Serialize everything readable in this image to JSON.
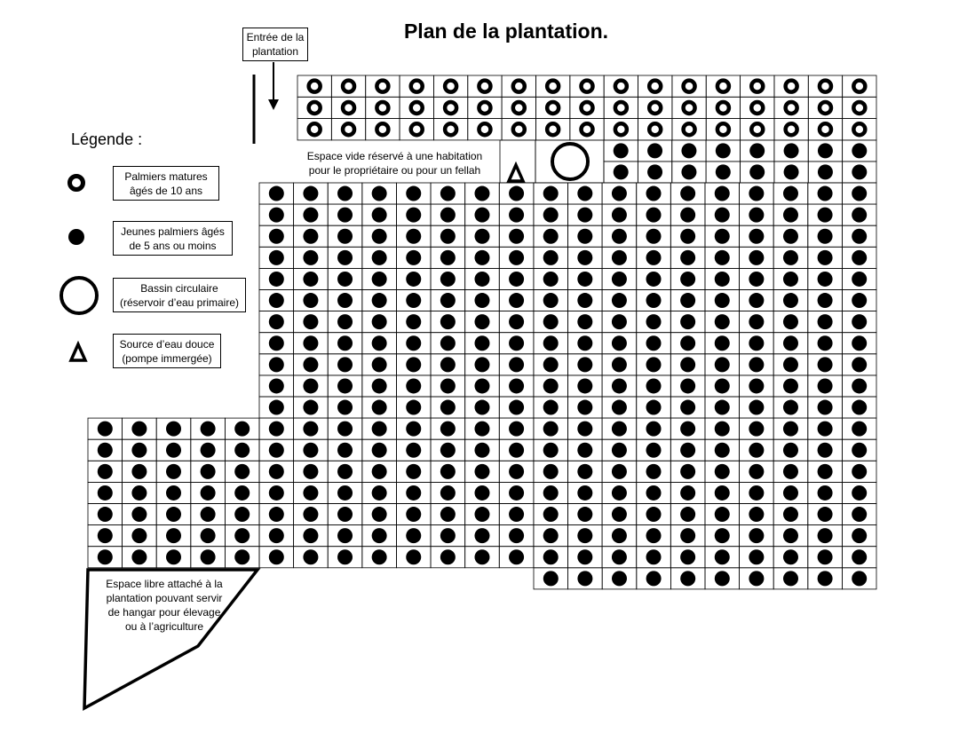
{
  "title": "Plan de la plantation.",
  "entrance_label": "Entrée de la\nplantation",
  "legend": {
    "heading": "Légende :",
    "items": [
      {
        "symbol": "ring-icon",
        "label": "Palmiers matures\nâgés de 10 ans"
      },
      {
        "symbol": "dot-icon",
        "label": "Jeunes palmiers âgés\nde 5 ans ou moins"
      },
      {
        "symbol": "large-circle-icon",
        "label": "Bassin circulaire\n(réservoir d’eau primaire)"
      },
      {
        "symbol": "triangle-icon",
        "label": "Source d’eau douce\n(pompe immergée)"
      }
    ]
  },
  "notes": {
    "habitation": "Espace vide réservé à une habitation\npour le propriétaire ou pour un fellah",
    "free_space": "Espace libre attaché à la\nplantation pouvant servir\nde hangar pour élevage\nou à l’agriculture"
  },
  "grid": {
    "mature_rows": 3,
    "mature_cols": 17,
    "young_block_upper": {
      "rows": 11,
      "cols": 18,
      "partial_top_rows": 2,
      "partial_top_cols": 8
    },
    "young_block_left": {
      "rows": 7,
      "cols": 5
    },
    "young_block_bottom_right": {
      "rows": 1,
      "cols": 10
    }
  }
}
